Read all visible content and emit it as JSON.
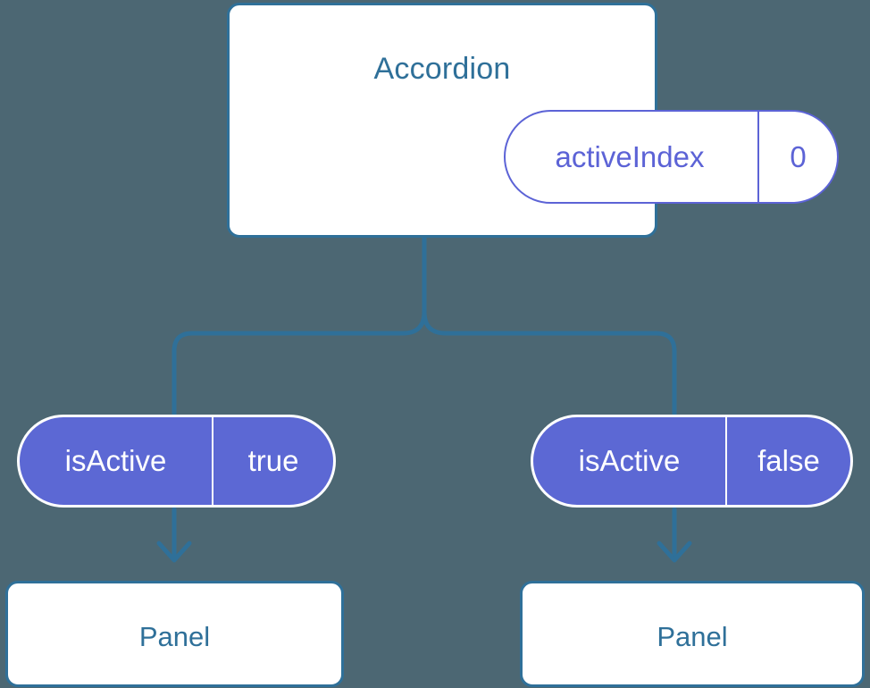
{
  "diagram": {
    "title": "Accordion component state tree",
    "background_color": "#4c6773",
    "accent_blue": "#2f7099",
    "accent_purple": "#5c68d4",
    "root": {
      "name": "accordion",
      "label": "Accordion",
      "state": {
        "key": "activeIndex",
        "value": "0"
      }
    },
    "branches": [
      {
        "name": "left",
        "prop": {
          "key": "isActive",
          "value": "true"
        },
        "child": {
          "label": "Panel"
        }
      },
      {
        "name": "right",
        "prop": {
          "key": "isActive",
          "value": "false"
        },
        "child": {
          "label": "Panel"
        }
      }
    ],
    "connectors": {
      "trunk": "vertical-stem-from-accordion",
      "split": "two-way-branch",
      "arrow_left": "arrow-down-to-panel",
      "arrow_right": "arrow-down-to-panel"
    }
  }
}
